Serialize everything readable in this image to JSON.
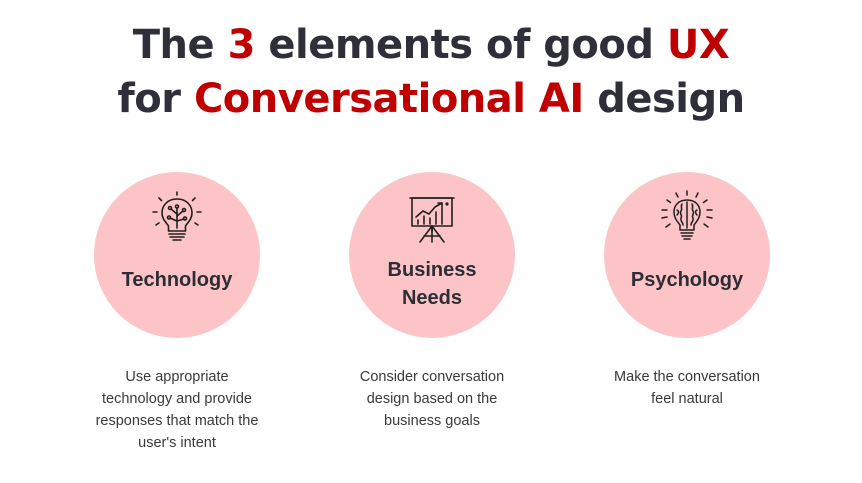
{
  "headline": {
    "line1_pre": "The ",
    "line1_accent": "3",
    "line1_post": " elements of good ",
    "line1_accent2": "UX",
    "line2_pre": "for ",
    "line2_accent": "Conversational AI",
    "line2_post": " design"
  },
  "colors": {
    "accent": "#c00000",
    "circle": "#fcc4c6",
    "text": "#2d2d36"
  },
  "cards": [
    {
      "icon": "lightbulb-icon",
      "label": "Technology",
      "desc_lines": [
        "Use appropriate",
        "technology and provide",
        "responses that match the",
        "user's intent"
      ]
    },
    {
      "icon": "presentation-chart-icon",
      "label_lines": [
        "Business",
        "Needs"
      ],
      "desc_lines": [
        "Consider conversation",
        "design based on the",
        "business goals"
      ]
    },
    {
      "icon": "brain-bulb-icon",
      "label": "Psychology",
      "desc_lines": [
        "Make the conversation",
        "feel natural"
      ]
    }
  ]
}
